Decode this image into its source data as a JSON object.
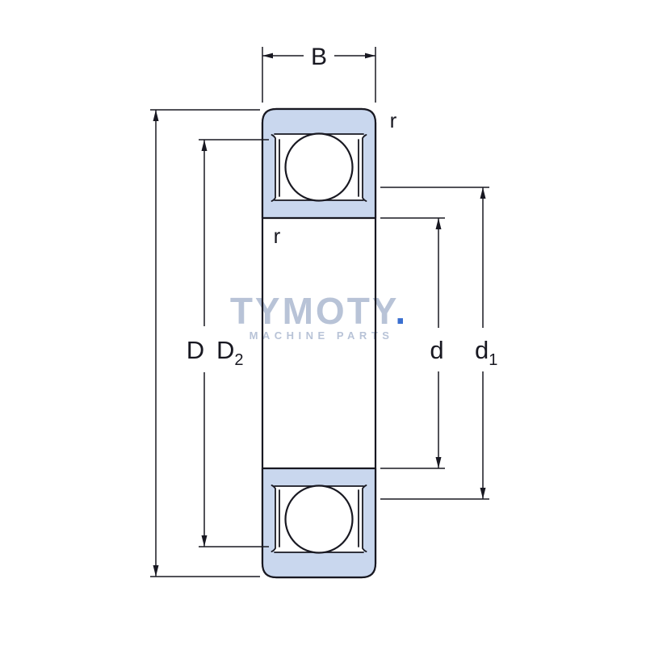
{
  "watermark": {
    "brand": "TYMOTY",
    "separator": ".",
    "tagline": "MACHINE PARTS",
    "brand_color": "#b8c3d7",
    "accent_color": "#3a6fd0"
  },
  "drawing": {
    "section_fill": "#c9d7ee",
    "line_color": "#181821",
    "background": "#ffffff",
    "subject": "deep-groove-ball-bearing-cross-section"
  },
  "dimensions": {
    "B": {
      "label": "B"
    },
    "D": {
      "label": "D"
    },
    "D2": {
      "base": "D",
      "sub": "2"
    },
    "d": {
      "label": "d"
    },
    "d1": {
      "base": "d",
      "sub": "1"
    },
    "r_top": {
      "label": "r"
    },
    "r_bottom": {
      "label": "r"
    }
  }
}
